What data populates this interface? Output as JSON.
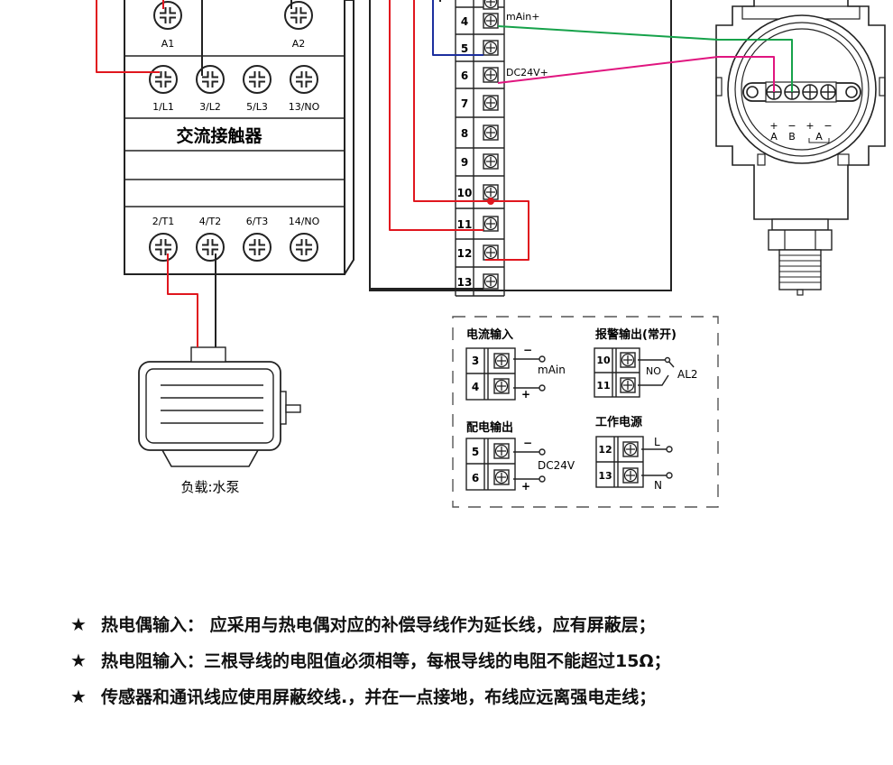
{
  "contactor": {
    "coil_terminals": [
      "A1",
      "A2"
    ],
    "top_terminals": [
      "1/L1",
      "3/L2",
      "5/L3",
      "13/NO"
    ],
    "title": "交流接触器",
    "bottom_terminals": [
      "2/T1",
      "4/T2",
      "6/T3",
      "14/NO"
    ]
  },
  "meter": {
    "terminals": [
      "4",
      "5",
      "6",
      "7",
      "8",
      "9",
      "10",
      "11",
      "12",
      "13"
    ],
    "wire_labels": {
      "mAin_plus": "mAin+",
      "dc24v_plus": "DC24V+"
    }
  },
  "transmitter": {
    "signs": [
      "+",
      "−",
      "+",
      "−"
    ],
    "labels": [
      "A",
      "B",
      "A"
    ]
  },
  "pump": {
    "label": "负载:水泵"
  },
  "legend": {
    "current_input": {
      "title": "电流输入",
      "terminals": [
        "3",
        "4"
      ],
      "signs": [
        "−",
        "+"
      ],
      "signal": "mAin"
    },
    "alarm_output": {
      "title": "报警输出(常开)",
      "terminals": [
        "10",
        "11"
      ],
      "no": "NO",
      "channel": "AL2"
    },
    "power_output": {
      "title": "配电输出",
      "terminals": [
        "5",
        "6"
      ],
      "signs": [
        "−",
        "+"
      ],
      "signal": "DC24V"
    },
    "power_supply": {
      "title": "工作电源",
      "terminals": [
        "12",
        "13"
      ],
      "line": "L",
      "neutral": "N"
    }
  },
  "notes": {
    "star": "★",
    "items": [
      "热电偶输入： 应采用与热电偶对应的补偿导线作为延长线，应有屏蔽层；",
      "热电阻输入：三根导线的电阻值必须相等，每根导线的电阻不能超过15Ω；",
      "传感器和通讯线应使用屏蔽绞线.，并在一点接地，布线应远离强电走线；"
    ]
  },
  "colors": {
    "red": "#e0161e",
    "blue": "#1c2f9e",
    "green": "#16a24a",
    "magenta": "#e0157f",
    "line": "#222222"
  }
}
